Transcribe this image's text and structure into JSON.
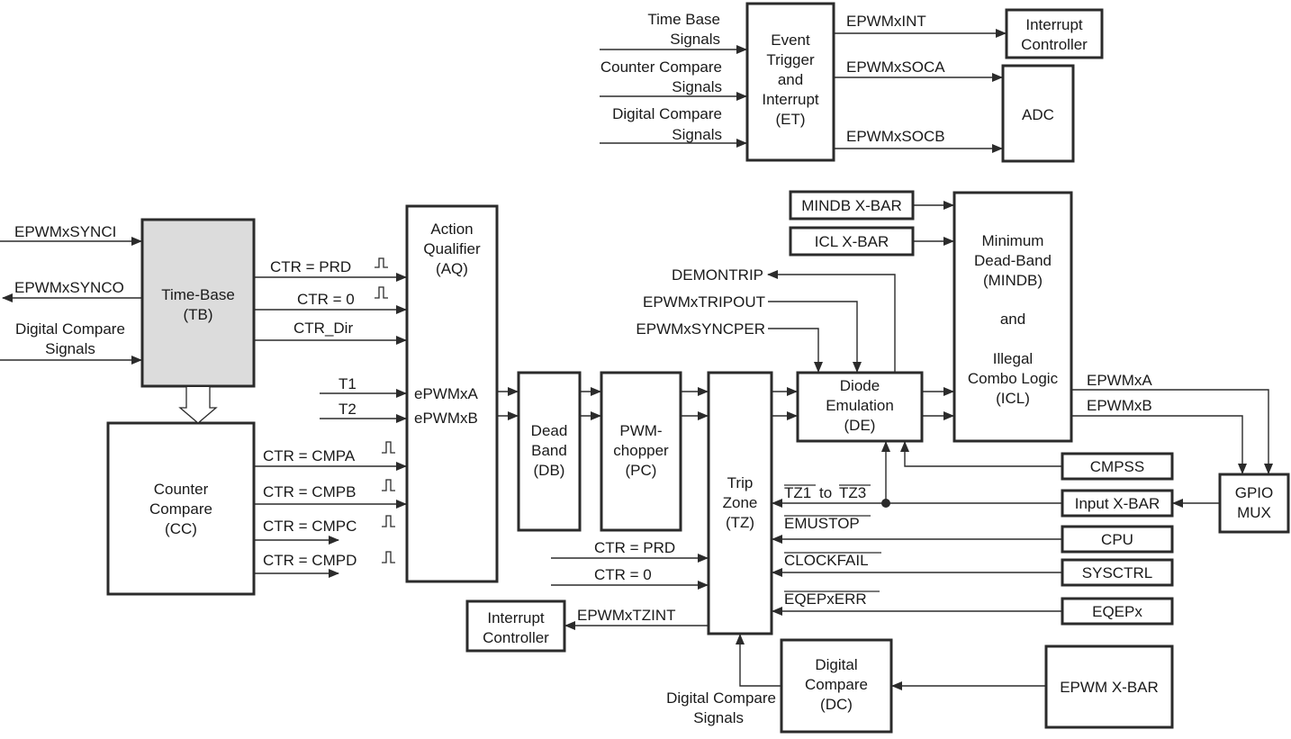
{
  "blocks": {
    "tb": [
      "Time-Base",
      "(TB)"
    ],
    "cc": [
      "Counter",
      "Compare",
      "(CC)"
    ],
    "aq": [
      "Action",
      "Qualifier",
      "(AQ)"
    ],
    "db": [
      "Dead",
      "Band",
      "(DB)"
    ],
    "pc": [
      "PWM-",
      "chopper",
      "(PC)"
    ],
    "tz": [
      "Trip",
      "Zone",
      "(TZ)"
    ],
    "de": [
      "Diode",
      "Emulation",
      "(DE)"
    ],
    "mindb": [
      "Minimum",
      "Dead-Band",
      "(MINDB)",
      "",
      "and",
      "",
      "Illegal",
      "Combo Logic",
      "(ICL)"
    ],
    "et": [
      "Event",
      "Trigger",
      "and",
      "Interrupt",
      "(ET)"
    ],
    "ic_top": [
      "Interrupt",
      "Controller"
    ],
    "adc": [
      "ADC"
    ],
    "ic_bottom": [
      "Interrupt",
      "Controller"
    ],
    "dc": [
      "Digital",
      "Compare",
      "(DC)"
    ],
    "gpio": [
      "GPIO",
      "MUX"
    ],
    "mindb_xbar": "MINDB X-BAR",
    "icl_xbar": "ICL X-BAR",
    "cmpss": "CMPSS",
    "input_xbar": "Input X-BAR",
    "cpu": "CPU",
    "sysctrl": "SYSCTRL",
    "eqepx": "EQEPx",
    "epwm_xbar": "EPWM X-BAR"
  },
  "signals": {
    "epwmxsynci": "EPWMxSYNCI",
    "epwmxsynco": "EPWMxSYNCO",
    "dc_signals_left": [
      "Digital Compare",
      "Signals"
    ],
    "ctr_prd": "CTR = PRD",
    "ctr_zero": "CTR = 0",
    "ctr_dir": "CTR_Dir",
    "t1": "T1",
    "t2": "T2",
    "epwmxa_aq": "ePWMxA",
    "epwmxb_aq": "ePWMxB",
    "ctr_cmpa": "CTR = CMPA",
    "ctr_cmpb": "CTR = CMPB",
    "ctr_cmpc": "CTR = CMPC",
    "ctr_cmpd": "CTR = CMPD",
    "time_base_signals": [
      "Time Base",
      "Signals"
    ],
    "counter_compare_signals": [
      "Counter Compare",
      "Signals"
    ],
    "digital_compare_signals_et": [
      "Digital Compare",
      "Signals"
    ],
    "epwmxint": "EPWMxINT",
    "epwmxsoca": "EPWMxSOCA",
    "epwmxsocb": "EPWMxSOCB",
    "demontrip": "DEMONTRIP",
    "epwmxtripout": "EPWMxTRIPOUT",
    "epwmxsyncper": "EPWMxSYNCPER",
    "epwmxa_out": "EPWMxA",
    "epwmxb_out": "EPWMxB",
    "tz1_to_tz3": [
      "TZ1",
      "to",
      "TZ3"
    ],
    "emustop": "EMUSTOP",
    "clockfail": "CLOCKFAIL",
    "eqepxerr": "EQEPxERR",
    "ctr_prd_tz": "CTR = PRD",
    "ctr_zero_tz": "CTR = 0",
    "epwmxtzint": "EPWMxTZINT",
    "dc_signals_bottom": [
      "Digital Compare",
      "Signals"
    ]
  }
}
